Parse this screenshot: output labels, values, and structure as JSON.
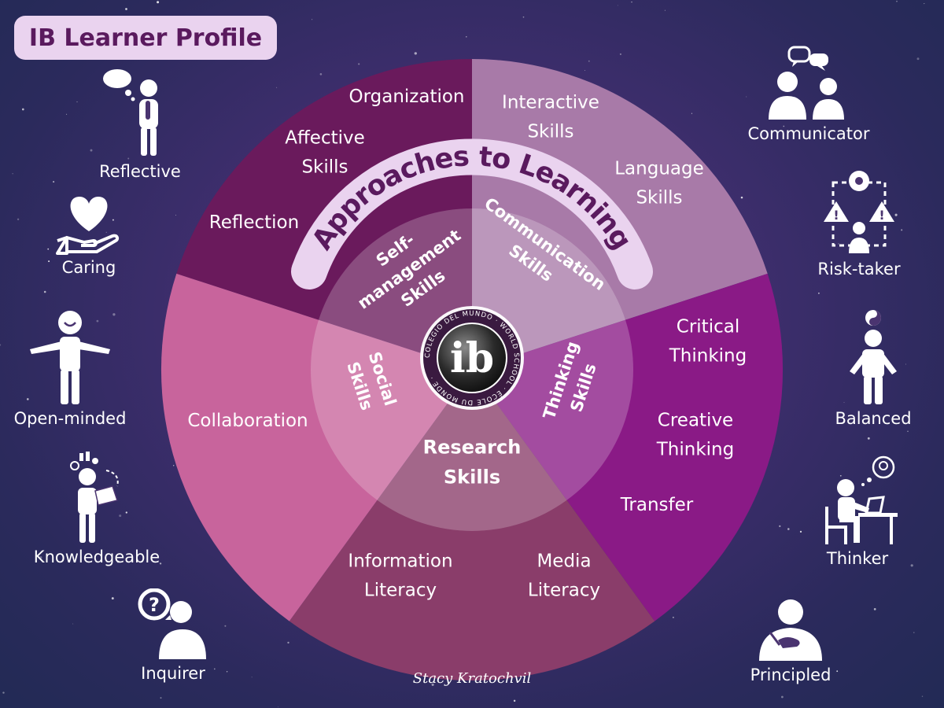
{
  "title": "IB Learner Profile",
  "approaches_banner": "Approaches to Learning",
  "logo_text": "ib",
  "logo_ring_text": "COLEGIO DEL MUNDO · WORLD SCHOOL · ÉCOLE DU MONDE ·",
  "signature": "Stacy Kratochvil",
  "colors": {
    "background": "#3f2e6e",
    "title_box": "#ead3ef",
    "title_text": "#5a1a5e",
    "self_management": "#6a1a5c",
    "communication": "#a87aa8",
    "thinking": "#8a1a86",
    "research": "#8a3d6a",
    "social": "#c8649c"
  },
  "learner_profile": {
    "left": [
      "Reflective",
      "Caring",
      "Open-minded",
      "Knowledgeable",
      "Inquirer"
    ],
    "right": [
      "Communicator",
      "Risk-taker",
      "Balanced",
      "Thinker",
      "Principled"
    ],
    "icons": {
      "Reflective": "thinking-person-icon",
      "Caring": "heart-hand-icon",
      "Open-minded": "open-arms-person-icon",
      "Knowledgeable": "knowledge-person-icon",
      "Inquirer": "question-speech-icon",
      "Communicator": "two-people-talking-icon",
      "Risk-taker": "risk-cycle-icon",
      "Balanced": "yin-yang-person-icon",
      "Thinker": "person-at-desk-icon",
      "Principled": "hand-on-heart-icon"
    }
  },
  "skills": {
    "self_management": {
      "name_lines": [
        "Self-",
        "management",
        "Skills"
      ],
      "outer": [
        [
          "Organization"
        ],
        [
          "Affective",
          "Skills"
        ],
        [
          "Reflection"
        ]
      ]
    },
    "communication": {
      "name_lines": [
        "Communication",
        "Skills"
      ],
      "outer": [
        [
          "Interactive",
          "Skills"
        ],
        [
          "Language",
          "Skills"
        ]
      ]
    },
    "thinking": {
      "name_lines": [
        "Thinking",
        "Skills"
      ],
      "outer": [
        [
          "Critical",
          "Thinking"
        ],
        [
          "Creative",
          "Thinking"
        ],
        [
          "Transfer"
        ]
      ]
    },
    "research": {
      "name_lines": [
        "Research",
        "Skills"
      ],
      "outer": [
        [
          "Information",
          "Literacy"
        ],
        [
          "Media",
          "Literacy"
        ]
      ]
    },
    "social": {
      "name_lines": [
        "Social",
        "Skills"
      ],
      "outer": [
        [
          "Collaboration"
        ]
      ]
    }
  }
}
